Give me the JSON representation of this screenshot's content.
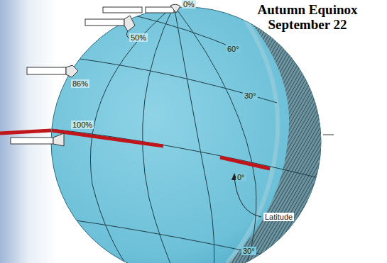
{
  "diagram": {
    "title": "Autumn Equinox September 22",
    "labels": [
      "0%",
      "50%",
      "86%",
      "100%",
      "60°",
      "30°",
      "0°",
      "Latitude",
      "30°"
    ]
  }
}
